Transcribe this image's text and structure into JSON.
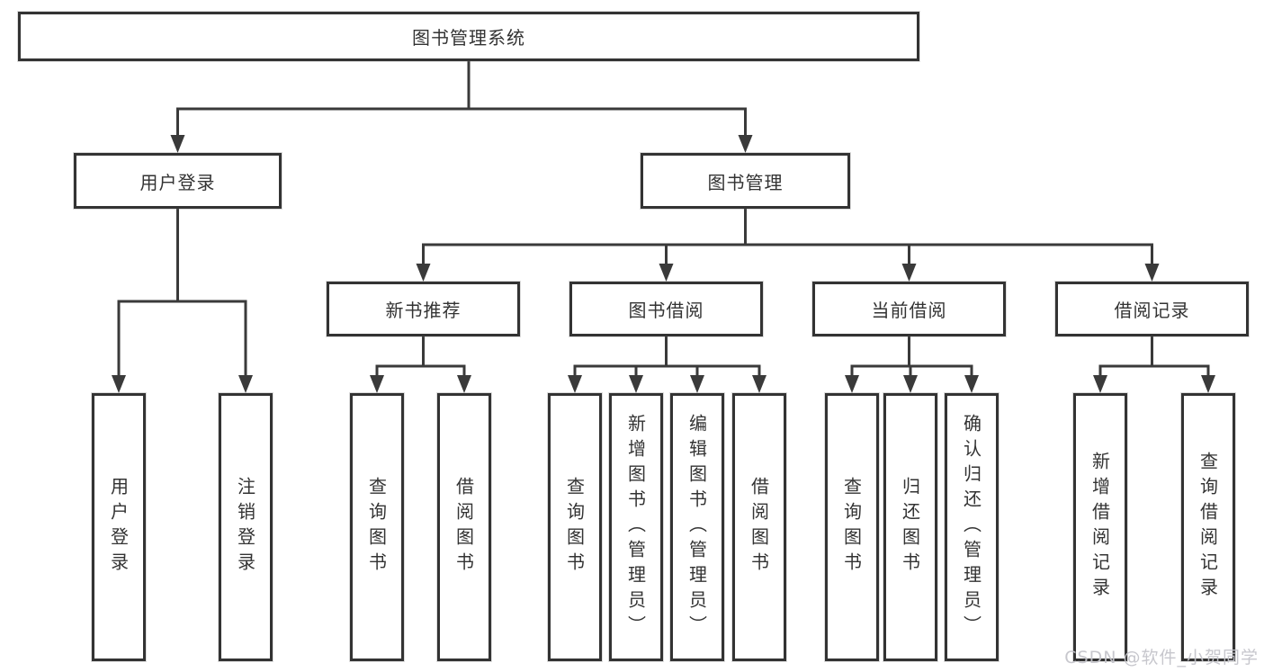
{
  "tree": {
    "root": "图书管理系统",
    "user_login": {
      "label": "用户登录",
      "children": [
        "用户登录",
        "注销登录"
      ]
    },
    "book_mgmt": {
      "label": "图书管理",
      "modules": [
        {
          "label": "新书推荐",
          "children": [
            "查询图书",
            "借阅图书"
          ]
        },
        {
          "label": "图书借阅",
          "children": [
            "查询图书",
            "新增图书（管理员）",
            "编辑图书（管理员）",
            "借阅图书"
          ]
        },
        {
          "label": "当前借阅",
          "children": [
            "查询图书",
            "归还图书",
            "确认归还（管理员）"
          ]
        },
        {
          "label": "借阅记录",
          "children": [
            "新增借阅记录",
            "查询借阅记录"
          ]
        }
      ]
    }
  },
  "watermark": "CSDN @软件_小贺同学",
  "colors": {
    "line": "#3a3a3a",
    "border": "#333333",
    "text": "#333333",
    "watermark": "#c4c4ca",
    "background": "#ffffff"
  }
}
